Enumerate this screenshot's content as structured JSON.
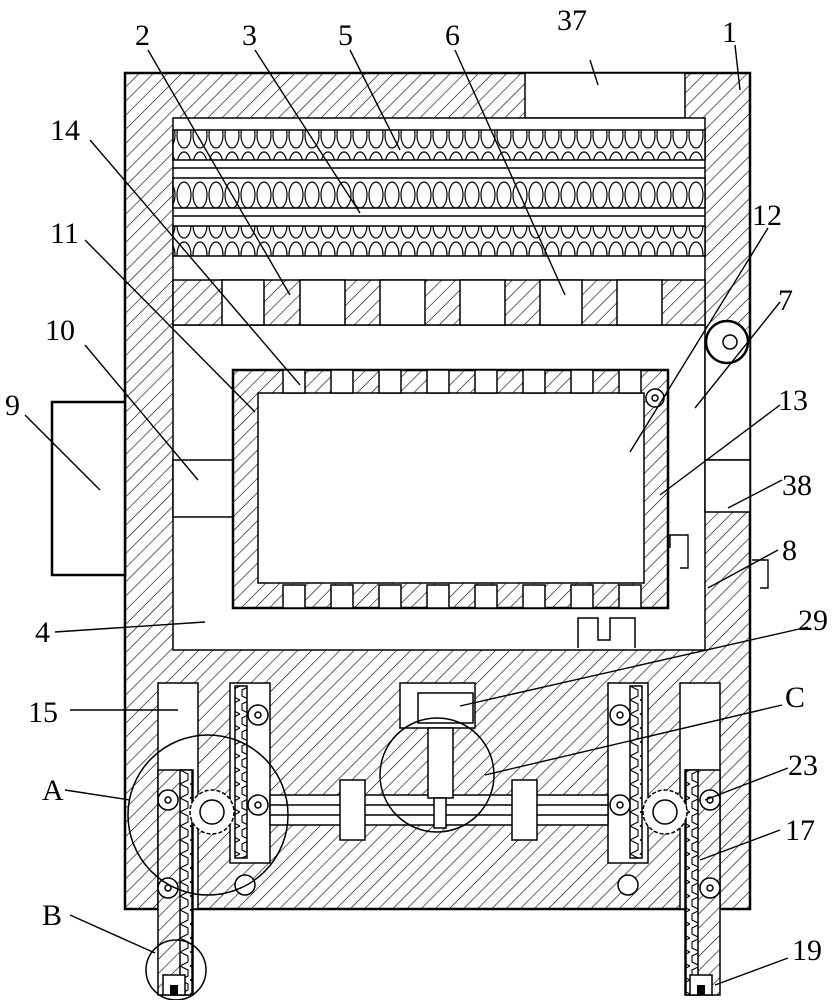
{
  "labels": {
    "l1": "1",
    "l2": "2",
    "l3": "3",
    "l5": "5",
    "l6": "6",
    "l37": "37",
    "l14": "14",
    "l11": "11",
    "l12": "12",
    "l7": "7",
    "l10": "10",
    "l9": "9",
    "l13": "13",
    "l38": "38",
    "l8": "8",
    "l4": "4",
    "l29": "29",
    "l15": "15",
    "lC": "C",
    "lA": "A",
    "l23": "23",
    "l17": "17",
    "lB": "B",
    "l19": "19"
  },
  "colors": {
    "line": "#000000",
    "background": "#ffffff"
  }
}
